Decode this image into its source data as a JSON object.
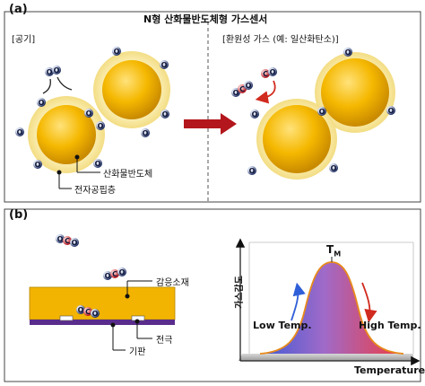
{
  "panel_a": {
    "label": "(a)",
    "title": "N형 산화물반도체형 가스센서",
    "left_caption": "[공기]",
    "right_caption": "[환원성 가스 (예: 일산화탄소)]",
    "label_oxide": "산화물반도체",
    "label_depletion": "전자공핍층",
    "oxygen_letter": "O",
    "carbon_letter": "C"
  },
  "panel_b": {
    "label": "(b)",
    "label_sensing": "감응소재",
    "label_electrode": "전극",
    "label_substrate": "기판",
    "chart": {
      "y_label": "가스감도",
      "x_label": "Temperature",
      "peak_label": "T",
      "peak_sub": "M",
      "low_label": "Low Temp.",
      "high_label": "High Temp."
    }
  },
  "colors": {
    "gold": "#f2b400",
    "halo": "#fbefb0",
    "arrow_red": "#b3161c",
    "substrate": "#5a2d8c",
    "oxygen_blue": "#1a2e6e",
    "carbon_red": "#c8161e"
  }
}
